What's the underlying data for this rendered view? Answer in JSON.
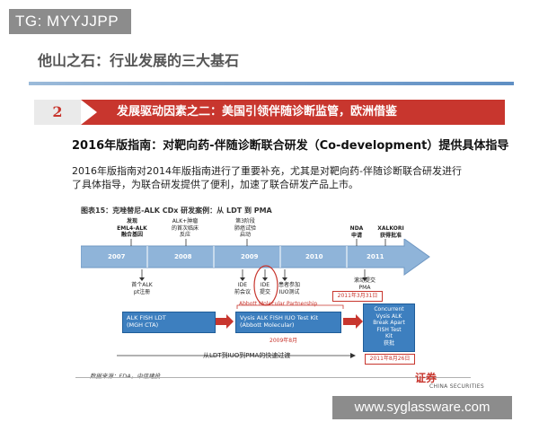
{
  "badge": "TG: MYYJJPP",
  "title": "他山之石：行业发展的三大基石",
  "section": {
    "number": "2",
    "text": "发展驱动因素之二：美国引领伴随诊断监管，欧洲借鉴"
  },
  "subheading": "2016年版指南：对靶向药-伴随诊断联合研发（Co-development）提供具体指导",
  "body": "2016年版指南对2014年版指南进行了重要补充，尤其是对靶向药-伴随诊断联合研发进行了具体指导，为联合研发提供了便利，加速了联合研发产品上市。",
  "figure": {
    "caption": "图表15：克唑替尼-ALK CDx 研发案例：从 LDT 到 PMA",
    "years": [
      "2007",
      "2008",
      "2009",
      "2010",
      "2011"
    ],
    "top_labels": [
      {
        "l1": "发现",
        "l2": "EML4-ALK",
        "l3": "融合基因"
      },
      {
        "l1": "ALK+肿瘤",
        "l2": "的首次临床",
        "l3": "反应"
      },
      {
        "l1": "第3阶段",
        "l2": "肺癌试验",
        "l3": "启动"
      },
      {
        "l1": "NDA",
        "l2": "申请"
      },
      {
        "l1": "XALKORI",
        "l2": "获得批准"
      }
    ],
    "mid_labels": [
      {
        "l1": "首个ALK",
        "l2": "pt注册"
      },
      {
        "l1": "IDE",
        "l2": "前会议"
      },
      {
        "l1": "IDE",
        "l2": "提交"
      },
      {
        "l1": "患者参加",
        "l2": "IUO测试"
      },
      {
        "l1": "滚动提交",
        "l2": "PMA"
      }
    ],
    "date_mar": "2011年3月31日",
    "partnership": "Abbott Molecular Partnership",
    "ldt_box": {
      "l1": "ALK FISH LDT",
      "l2": "(MGH CTA)"
    },
    "kit_box": {
      "l1": "Vysis ALK FISH IUO Test Kit",
      "l2": "(Abbott Molecular)"
    },
    "date_2009": "2009年8月",
    "approval_box": {
      "l1": "Concurrent",
      "l2": "Vysis ALK",
      "l3": "Break Apart",
      "l4": "FISH Test",
      "l5": "Kit",
      "l6": "获批"
    },
    "date_aug": "2011年8月26日",
    "bottom_label": "从LDT到IUO到PMA的快速过渡",
    "source": "数据来源：FDA，中信建投"
  },
  "logo": {
    "name": "证券",
    "sub": "CHINA SECURITIES"
  },
  "watermark": "www.syglassware.com",
  "colors": {
    "accent_red": "#c8362e",
    "timeline_blue": "#8fb4d9",
    "box_blue": "#3d7fbf"
  }
}
